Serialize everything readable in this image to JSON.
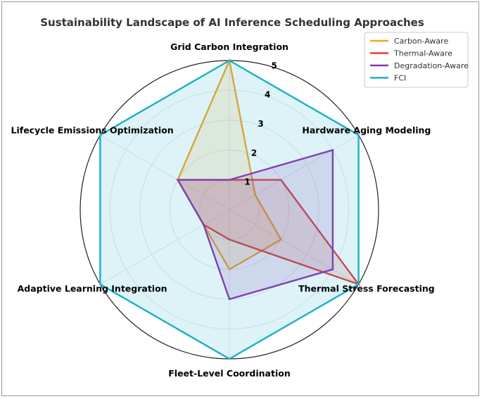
{
  "chart_data": {
    "type": "radar",
    "title": "Sustainability Landscape of AI Inference Scheduling Approaches",
    "axes": [
      "Grid Carbon Integration",
      "Hardware Aging Modeling",
      "Thermal Stress Forecasting",
      "Fleet-Level Coordination",
      "Adaptive Learning Integration",
      "Lifecycle Emissions Optimization"
    ],
    "rlim": [
      0,
      5
    ],
    "ticks": [
      1,
      2,
      3,
      4,
      5
    ],
    "grid": true,
    "legend_position": "top-right",
    "series": [
      {
        "name": "Carbon-Aware",
        "color": "#f5a623",
        "values": [
          5,
          1,
          2,
          2,
          1,
          2
        ]
      },
      {
        "name": "Thermal-Aware",
        "color": "#e0403a",
        "values": [
          1,
          2,
          5,
          1,
          1,
          2
        ]
      },
      {
        "name": "Degradation-Aware",
        "color": "#8e2fb0",
        "values": [
          1,
          4,
          4,
          3,
          1,
          2
        ]
      },
      {
        "name": "FCI",
        "color": "#1ab0c6",
        "values": [
          5,
          5,
          5,
          5,
          5,
          5
        ]
      }
    ]
  }
}
